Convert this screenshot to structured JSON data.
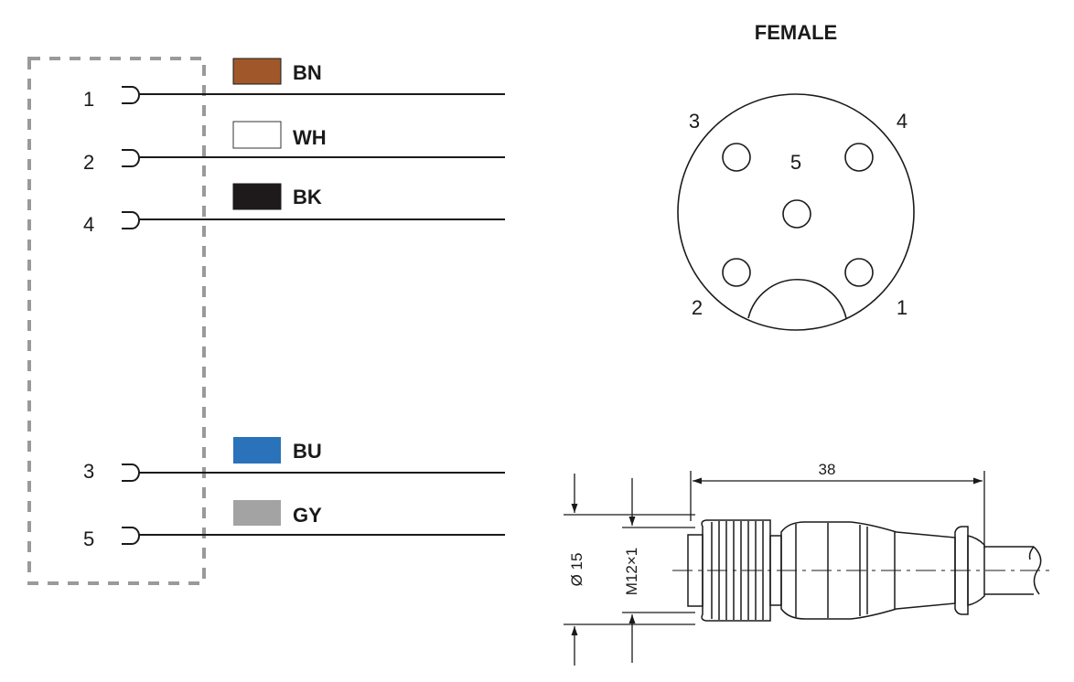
{
  "wiring": {
    "wires": [
      {
        "pin": "1",
        "color_code": "BN",
        "swatch": "#a0582a"
      },
      {
        "pin": "2",
        "color_code": "WH",
        "swatch": "#ffffff"
      },
      {
        "pin": "4",
        "color_code": "BK",
        "swatch": "#1e1a1b"
      },
      {
        "pin": "3",
        "color_code": "BU",
        "swatch": "#2a72b9"
      },
      {
        "pin": "5",
        "color_code": "GY",
        "swatch": "#a3a3a3"
      }
    ]
  },
  "connector_face": {
    "title": "FEMALE",
    "pins": [
      "3",
      "4",
      "5",
      "2",
      "1"
    ]
  },
  "dimensions": {
    "length": "38",
    "diameter": "Ø 15",
    "thread": "M12×1"
  }
}
